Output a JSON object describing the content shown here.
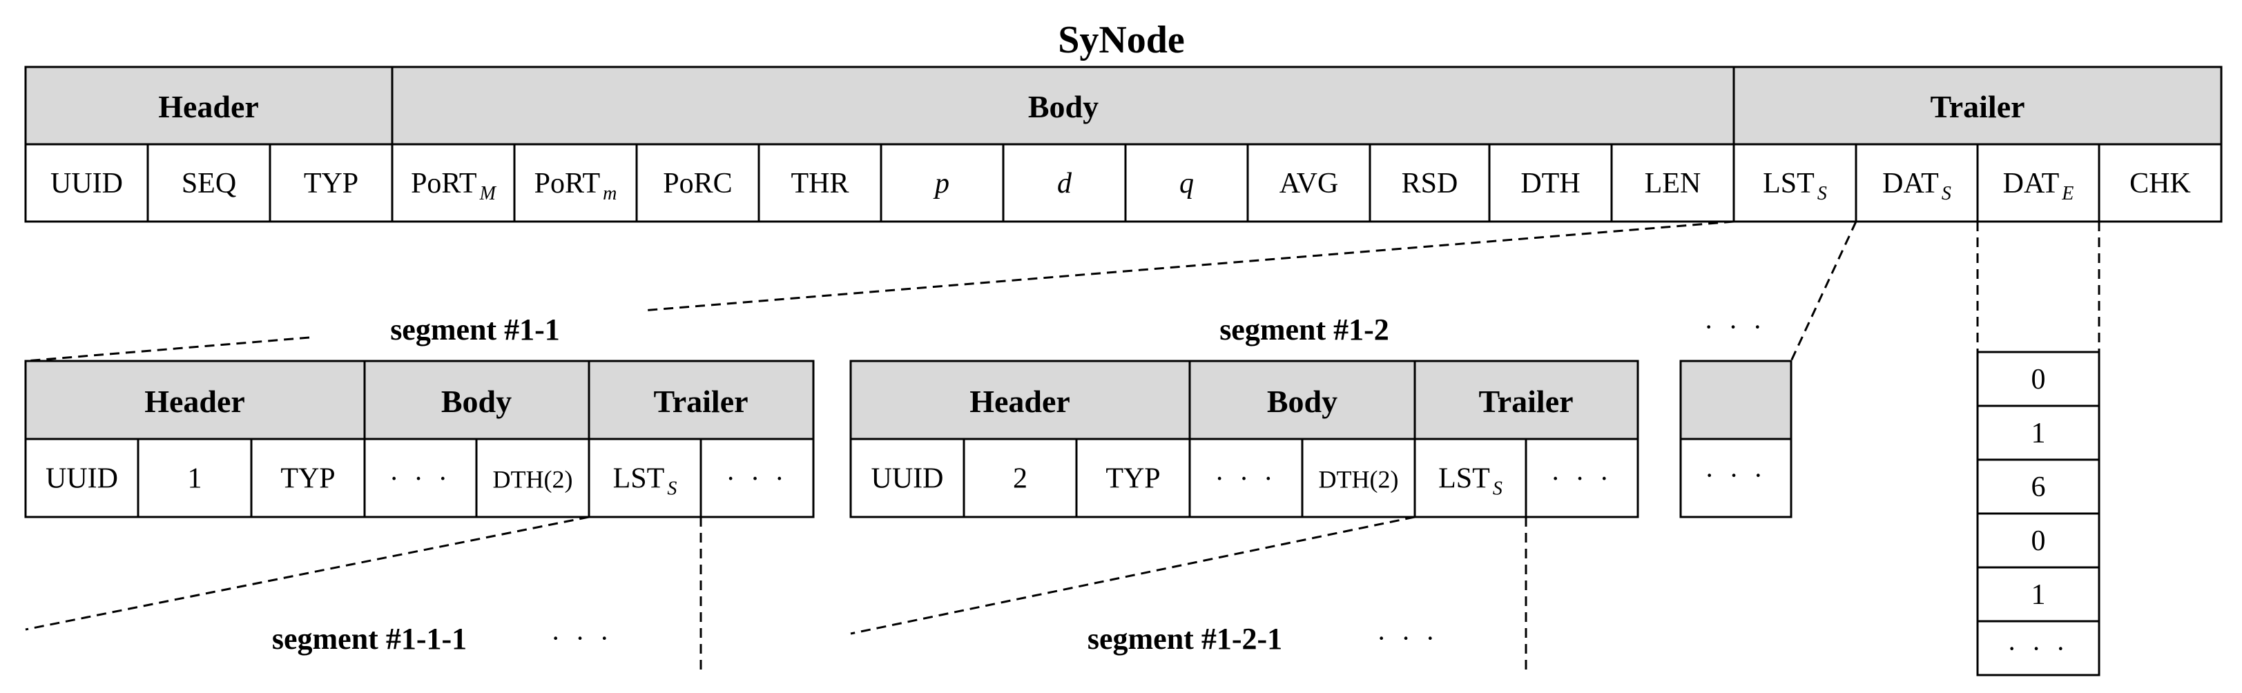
{
  "title": "SyNode",
  "main": {
    "groups": [
      "Header",
      "Body",
      "Trailer"
    ],
    "fields": [
      {
        "text": "UUID"
      },
      {
        "text": "SEQ"
      },
      {
        "text": "TYP"
      },
      {
        "text": "PoRT",
        "sub": "M"
      },
      {
        "text": "PoRT",
        "sub": "m"
      },
      {
        "text": "PoRC"
      },
      {
        "text": "THR"
      },
      {
        "text": "p",
        "italic": true
      },
      {
        "text": "d",
        "italic": true
      },
      {
        "text": "q",
        "italic": true
      },
      {
        "text": "AVG"
      },
      {
        "text": "RSD"
      },
      {
        "text": "DTH"
      },
      {
        "text": "LEN"
      },
      {
        "text": "LST",
        "sub": "S"
      },
      {
        "text": "DAT",
        "sub": "S"
      },
      {
        "text": "DAT",
        "sub": "E"
      },
      {
        "text": "CHK"
      }
    ]
  },
  "segments": [
    {
      "label": "segment #1-1",
      "groups": [
        "Header",
        "Body",
        "Trailer"
      ],
      "fields": [
        {
          "text": "UUID"
        },
        {
          "text": "1"
        },
        {
          "text": "TYP"
        },
        {
          "text": "· · ·"
        },
        {
          "text": "DTH(2)"
        },
        {
          "text": "LST",
          "sub": "S"
        },
        {
          "text": "· · ·"
        }
      ],
      "child_label": "segment #1-1-1"
    },
    {
      "label": "segment #1-2",
      "groups": [
        "Header",
        "Body",
        "Trailer"
      ],
      "fields": [
        {
          "text": "UUID"
        },
        {
          "text": "2"
        },
        {
          "text": "TYP"
        },
        {
          "text": "· · ·"
        },
        {
          "text": "DTH(2)"
        },
        {
          "text": "LST",
          "sub": "S"
        },
        {
          "text": "· · ·"
        }
      ],
      "child_label": "segment #1-2-1"
    }
  ],
  "more_segments": {
    "ellipsis": "· · ·",
    "field": "· · ·"
  },
  "dat_values": [
    "0",
    "1",
    "6",
    "0",
    "1",
    "· · ·"
  ],
  "ellipsis": "· · ·"
}
